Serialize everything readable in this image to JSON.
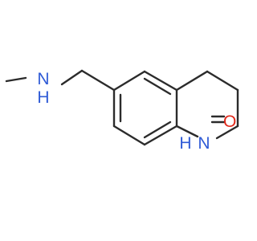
{
  "molecule": {
    "atoms": {
      "amine_n": {
        "symbol": "N",
        "hydrogen": "H"
      },
      "lactam_n": {
        "symbol": "N",
        "hydrogen": "H"
      },
      "carbonyl_o": {
        "symbol": "O"
      }
    },
    "colors": {
      "bond": "#2b2b2b",
      "nitrogen": "#2f5bd6",
      "oxygen": "#e0281a",
      "background": "#ffffff"
    }
  }
}
